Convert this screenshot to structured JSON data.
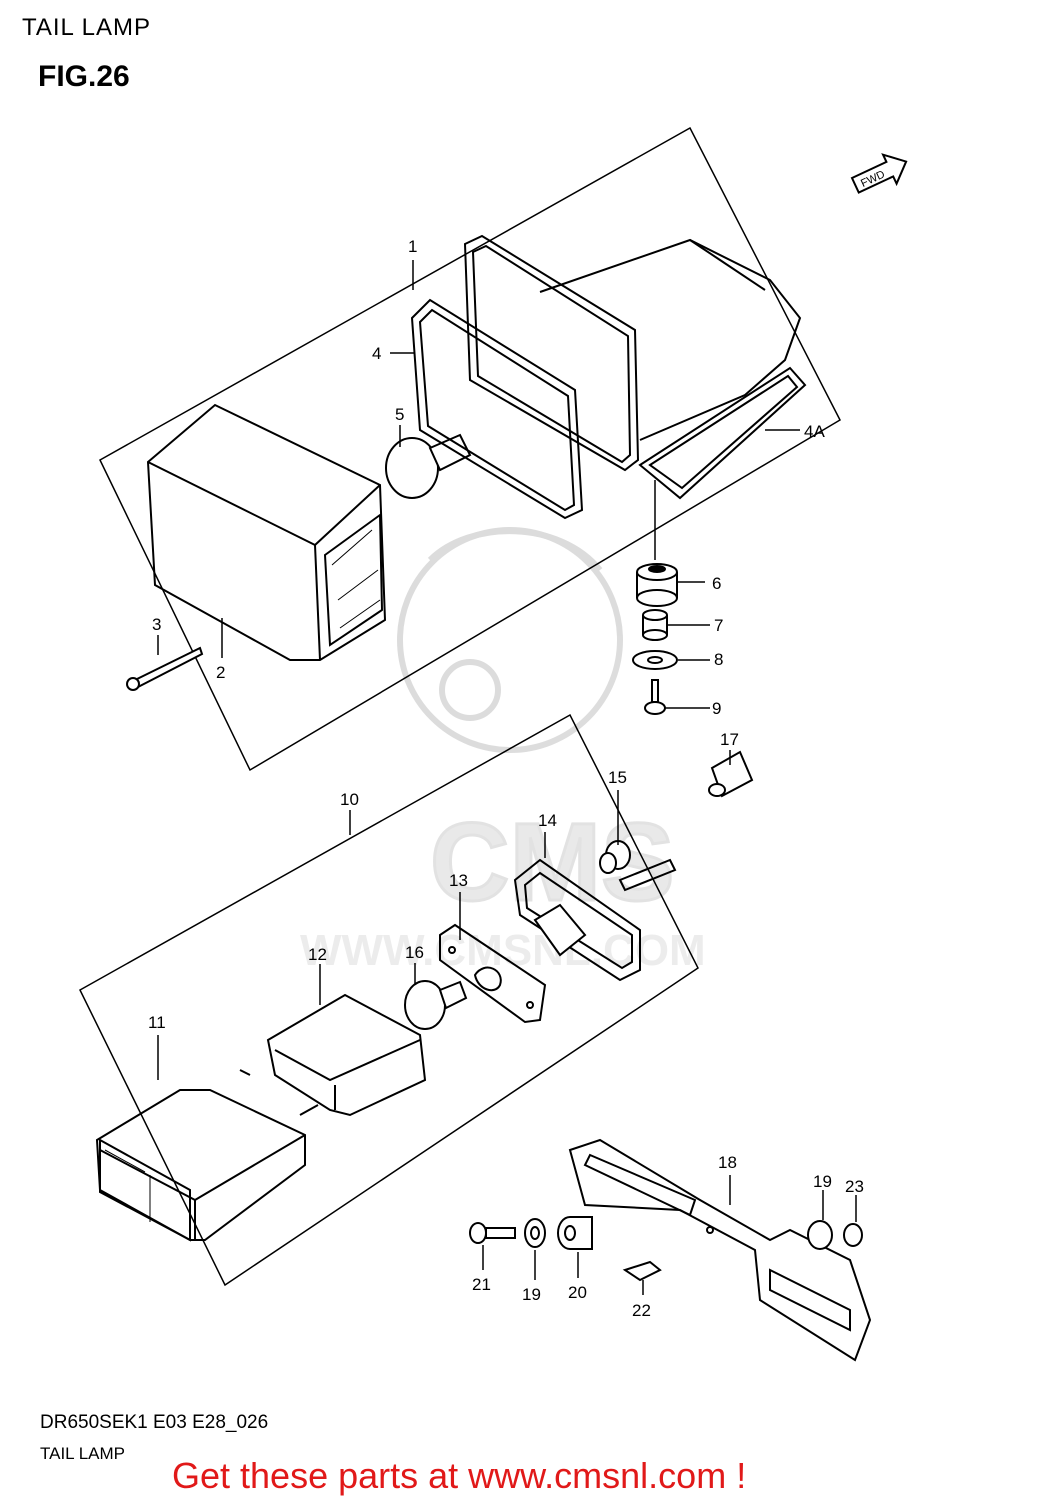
{
  "header": {
    "title": "TAIL LAMP",
    "figure": "FIG.26"
  },
  "fwd_label": "FWD",
  "watermark": {
    "brand": "CMS",
    "url": "WWW.CMSNL.COM"
  },
  "callouts": [
    "1",
    "2",
    "3",
    "4",
    "4A",
    "5",
    "6",
    "7",
    "8",
    "9",
    "10",
    "11",
    "12",
    "13",
    "14",
    "15",
    "16",
    "17",
    "18",
    "19",
    "19",
    "20",
    "21",
    "22",
    "23"
  ],
  "footer": {
    "code": "DR650SEK1 E03 E28_026",
    "title": "TAIL LAMP",
    "cta": "Get these parts at www.cmsnl.com !"
  }
}
